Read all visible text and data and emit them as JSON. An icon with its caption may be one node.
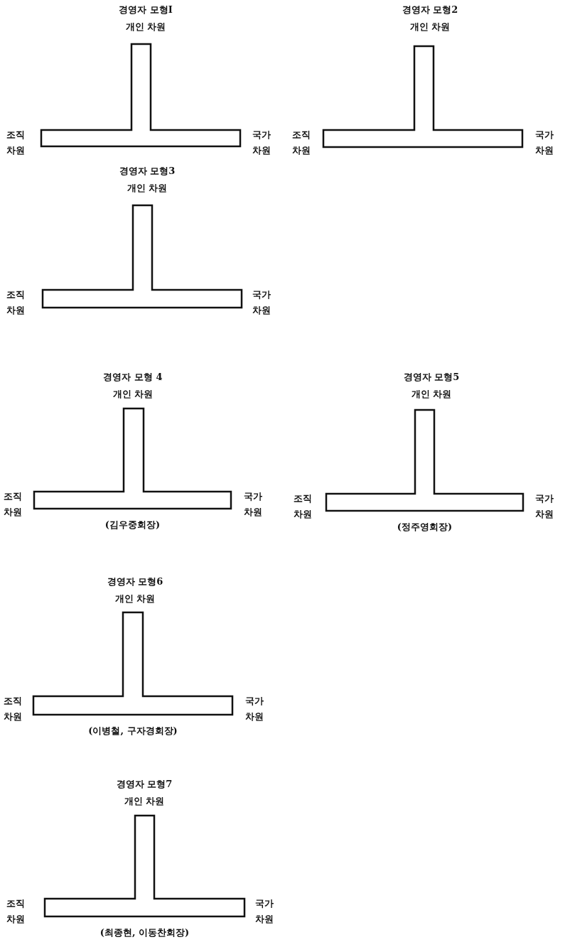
{
  "diagram": {
    "nodes": [
      {
        "text": [
          "경영자 모형I",
          "개인 차원",
          "조직 차원",
          "국가 차원"
        ]
      },
      {
        "text": [
          "경영자 모형2",
          "개인 차원",
          "조직 차원",
          "국가 차원"
        ]
      },
      {
        "text": [
          "경영자 모형3",
          "개인 차원",
          "조직 차원",
          "국가 차원"
        ]
      },
      {
        "text": [
          "경영자 모형 4",
          "개인 차원",
          "조직 차원",
          "국가 차원"
        ],
        "beside": [
          "(김우중회장)"
        ]
      },
      {
        "text": [
          "경영자 모형5",
          "개인 차원",
          "조직 차원",
          "국가 차원"
        ],
        "beside": [
          "(정주영회장)"
        ]
      },
      {
        "text": [
          "경영자 모형6",
          "개인 차원",
          "조직 차원",
          "국가 차원"
        ],
        "beside": [
          "(이병철, 구자경회장)"
        ]
      },
      {
        "text": [
          "경영자 모형7",
          "개인 차원",
          "조직 차원",
          "국가 차원"
        ],
        "beside": [
          "(최종현, 이동찬회장)"
        ]
      }
    ]
  }
}
